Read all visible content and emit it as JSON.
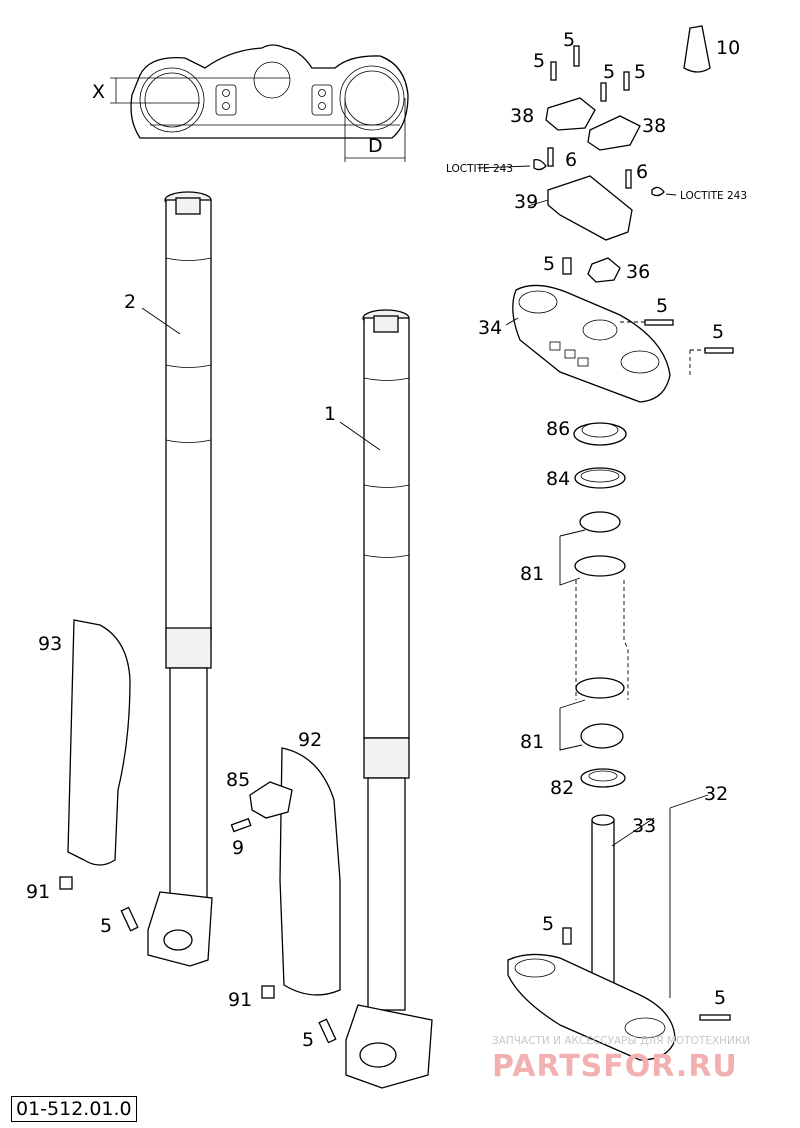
{
  "dimensions": {
    "x": "X",
    "d": "D"
  },
  "loctite_left": "LOCTITE 243",
  "loctite_right": "LOCTITE 243",
  "callouts": {
    "p1": "1",
    "p2": "2",
    "p5a": "5",
    "p5b": "5",
    "p5c": "5",
    "p5d": "5",
    "p5e": "5",
    "p5f": "5",
    "p5g": "5",
    "p5h": "5",
    "p5i": "5",
    "p5j": "5",
    "p5k": "5",
    "p6a": "6",
    "p6b": "6",
    "p9": "9",
    "p10": "10",
    "p32": "32",
    "p33": "33",
    "p34": "34",
    "p36": "36",
    "p38a": "38",
    "p38b": "38",
    "p39": "39",
    "p81a": "81",
    "p81b": "81",
    "p82": "82",
    "p84": "84",
    "p85": "85",
    "p86": "86",
    "p91a": "91",
    "p91b": "91",
    "p92": "92",
    "p93": "93"
  },
  "watermark": {
    "line1": "ЗАПЧАСТИ И АКСЕССУАРЫ ДЛЯ МОТОТЕХНИКИ",
    "line2": "PARTSFOR.RU"
  },
  "diagram_code": "01-512.01.0"
}
